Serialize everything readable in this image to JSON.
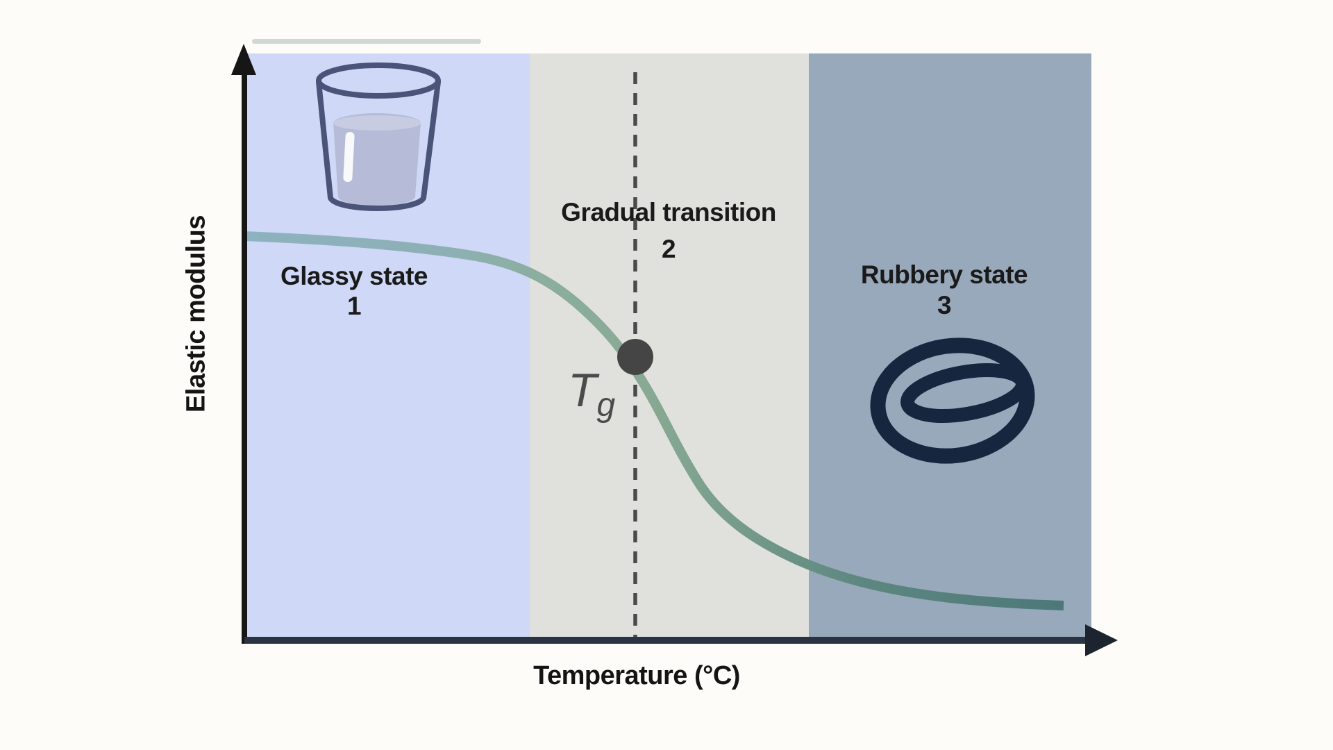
{
  "figure": {
    "x_axis_label": "Temperature (°C)",
    "y_axis_label": "Elastic modulus",
    "tg_annotation": {
      "symbol": "T",
      "subscript": "g"
    },
    "regions": [
      {
        "name": "glassy",
        "label": "Glassy state",
        "number": "1",
        "background": "#cfd8f6",
        "icon": "water-glass-icon"
      },
      {
        "name": "transition",
        "label": "Gradual transition",
        "number": "2",
        "background": "#e0e1dd",
        "icon": null
      },
      {
        "name": "rubbery",
        "label": "Rubbery state",
        "number": "3",
        "background": "#98a9bc",
        "icon": "coiled-rubber-band-icon"
      }
    ],
    "colors": {
      "curve_start": "#8db2c0",
      "curve_mid": "#8aab97",
      "curve_end": "#4c7878",
      "y_axis": "#161616",
      "x_axis": "#2a3342",
      "dashed_line": "#4a4a4a",
      "tg_dot": "#454545",
      "label_text": "#1a1a1a",
      "tg_text": "#4b4b4b",
      "glass_outline": "#4a5478",
      "glass_water": "#b6bcd8",
      "coil": "#16263e",
      "page_background": "#fdfcf8"
    }
  },
  "chart_data": {
    "type": "line",
    "title": "",
    "xlabel": "Temperature (°C)",
    "ylabel": "Elastic modulus",
    "grid": false,
    "legend": "none",
    "axis_style": "schematic arrows, no numeric ticks",
    "x_range_normalized": [
      0,
      1
    ],
    "y_range_normalized": [
      0,
      1
    ],
    "series": [
      {
        "name": "elastic-modulus-vs-temperature",
        "x": [
          0.0,
          0.12,
          0.22,
          0.29,
          0.34,
          0.37,
          0.4,
          0.44,
          0.46,
          0.49,
          0.51,
          0.54,
          0.58,
          0.62,
          0.67,
          0.74,
          0.82,
          0.9,
          0.97
        ],
        "y": [
          0.69,
          0.68,
          0.67,
          0.65,
          0.63,
          0.6,
          0.55,
          0.51,
          0.48,
          0.42,
          0.35,
          0.27,
          0.2,
          0.15,
          0.12,
          0.09,
          0.07,
          0.06,
          0.05
        ]
      }
    ],
    "annotations": [
      {
        "label": "Tg",
        "x": 0.46,
        "y": 0.48,
        "marker": "filled-circle",
        "guide": "vertical-dashed-line"
      }
    ],
    "regions": [
      {
        "label": "Glassy state",
        "number": 1,
        "x_start": 0.0,
        "x_end": 0.337
      },
      {
        "label": "Gradual transition",
        "number": 2,
        "x_start": 0.337,
        "x_end": 0.666
      },
      {
        "label": "Rubbery state",
        "number": 3,
        "x_start": 0.666,
        "x_end": 1.0
      }
    ]
  }
}
